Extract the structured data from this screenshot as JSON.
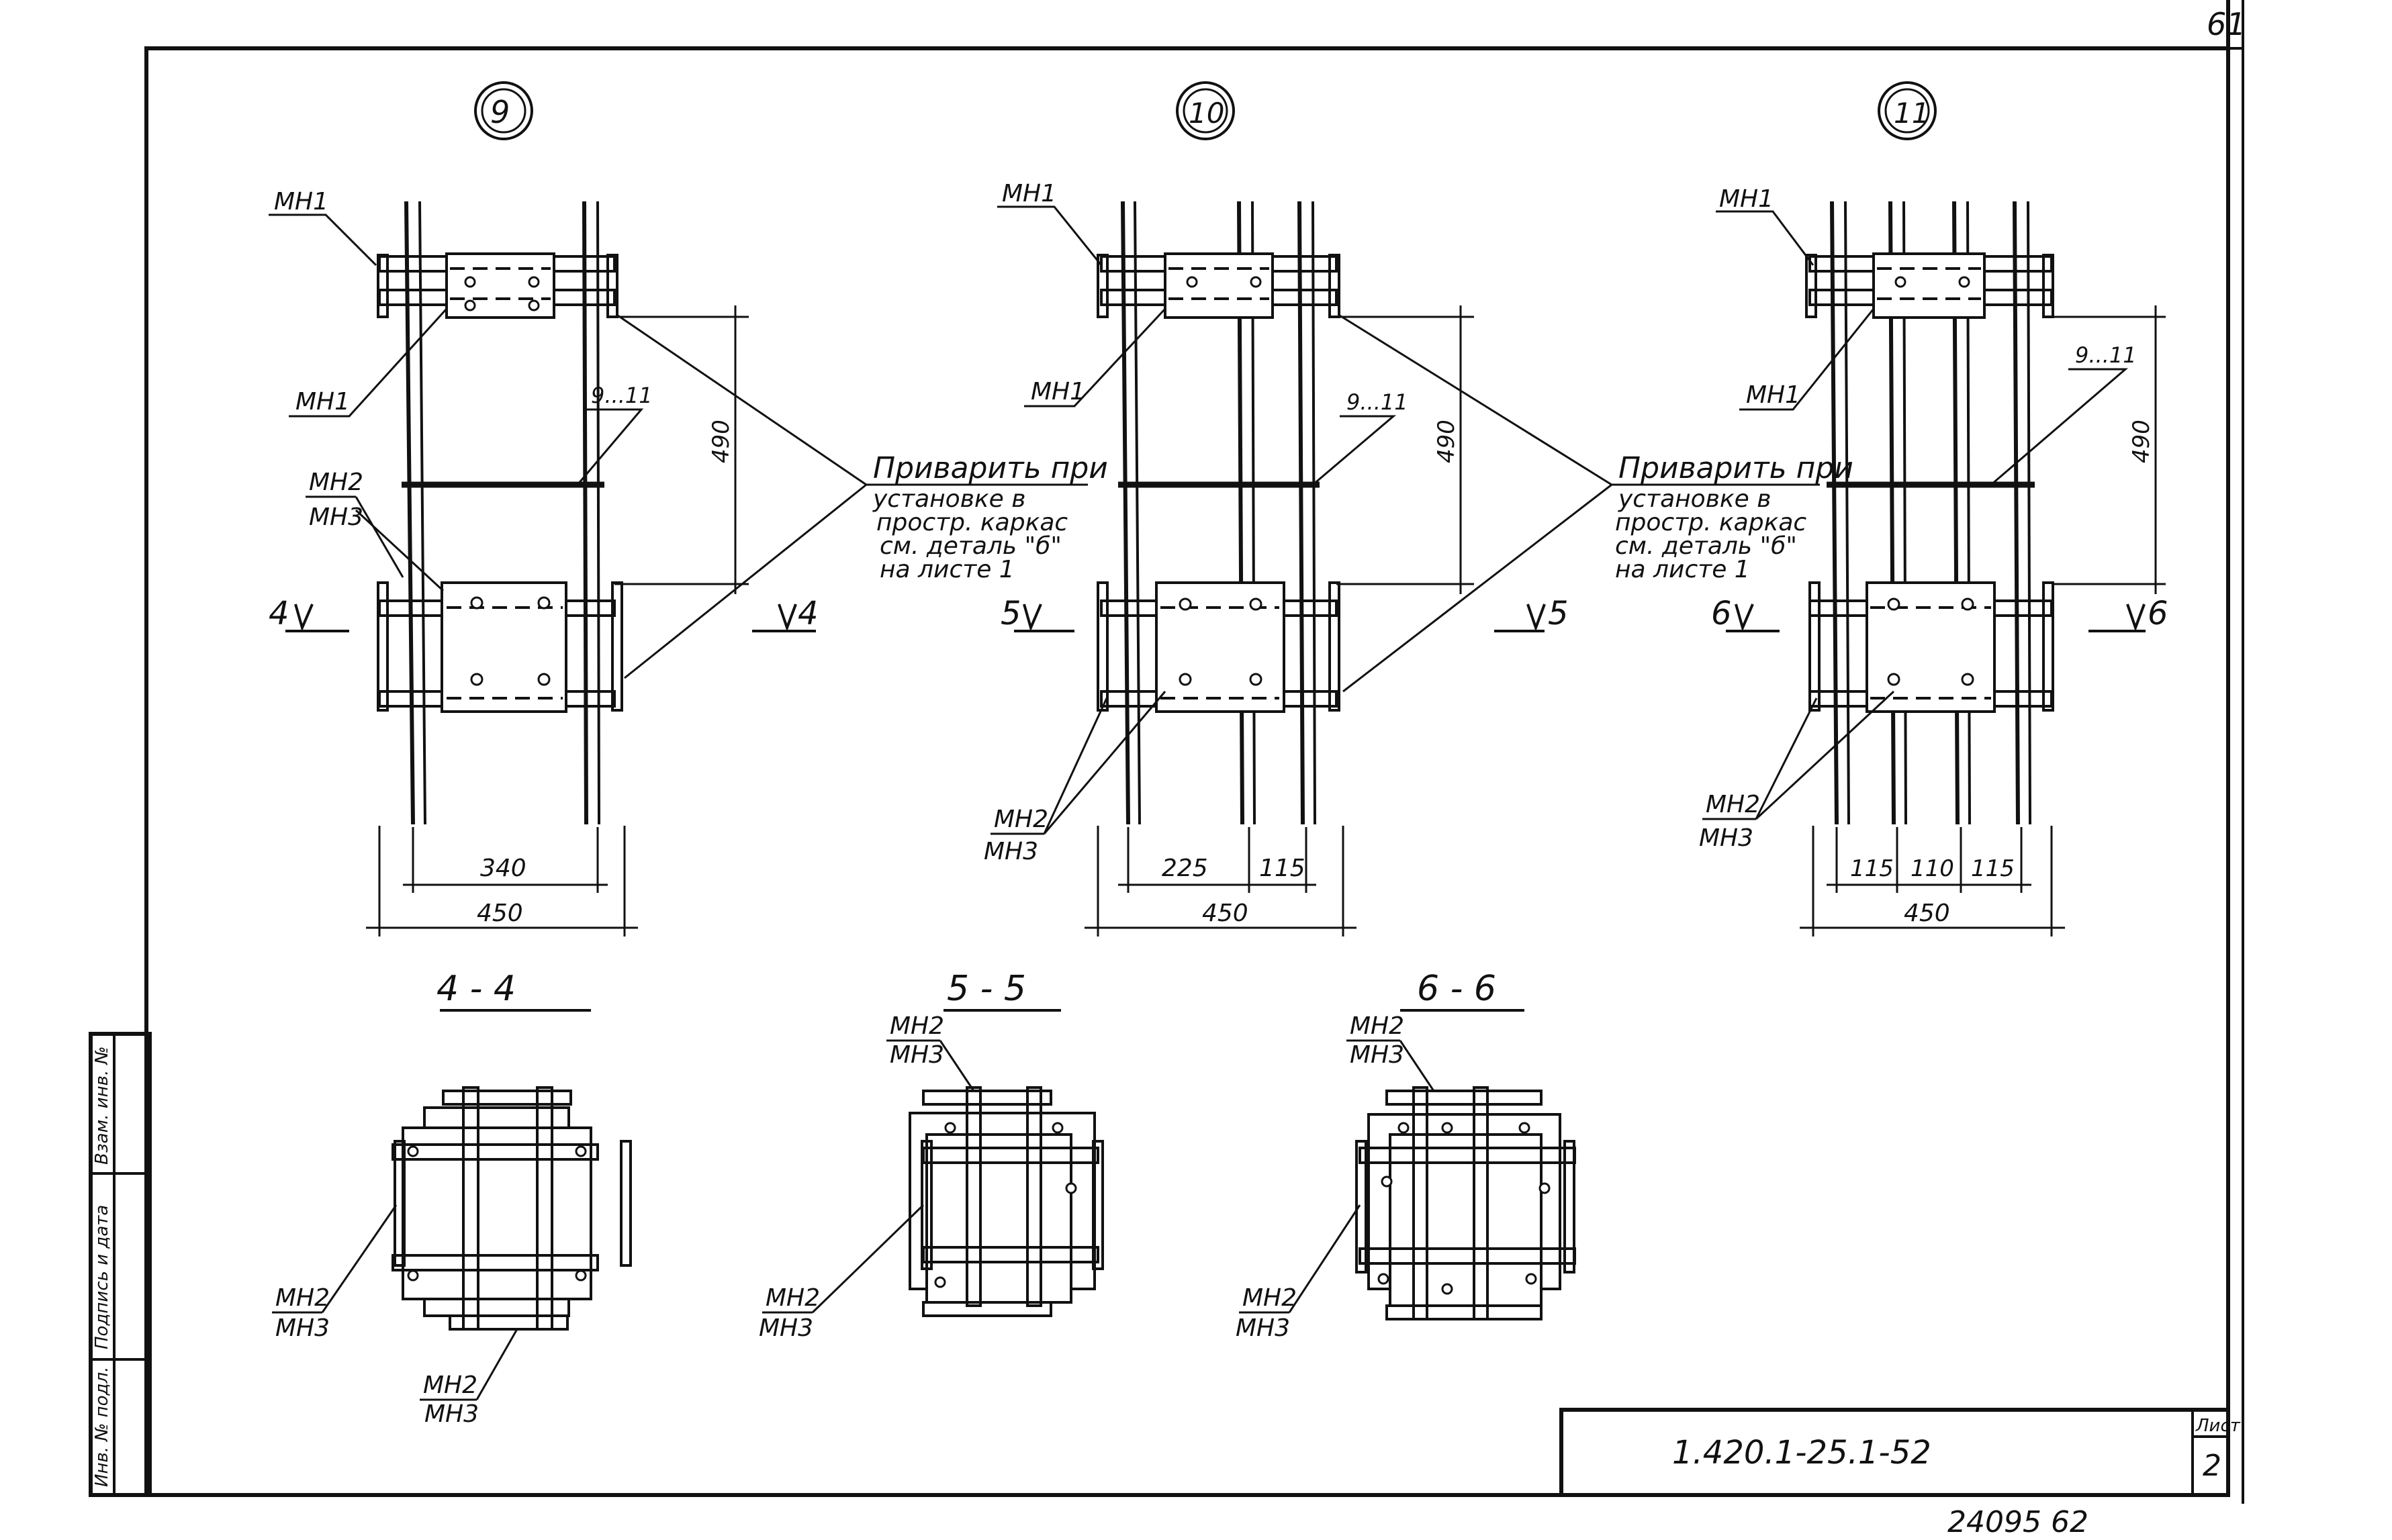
{
  "sheet": {
    "page_corner_number": "61",
    "document_code": "1.420.1-25.1-52",
    "sheet_label": "Лист",
    "sheet_number": "2",
    "bottom_note": "24095  62"
  },
  "side_stamp": {
    "field_1": "Инв. № подл.",
    "field_2": "Подпись и дата",
    "field_3": "Взам. инв. №"
  },
  "nodes": [
    {
      "id": "9",
      "labels": {
        "top_mh1": "МН1",
        "mid_mh1": "МН1",
        "rod": "9...11",
        "mh2": "МН2",
        "mh3": "МН3",
        "height": "490"
      },
      "section_marker": "4",
      "dims": {
        "inner": [
          "340"
        ],
        "overall": "450"
      }
    },
    {
      "id": "10",
      "labels": {
        "top_mh1": "МН1",
        "mid_mh1": "МН1",
        "rod": "9...11",
        "mh2": "МН2",
        "mh3": "МН3",
        "height": "490"
      },
      "section_marker": "5",
      "dims": {
        "inner": [
          "225",
          "115"
        ],
        "overall": "450"
      }
    },
    {
      "id": "11",
      "labels": {
        "top_mh1": "МН1",
        "mid_mh1": "МН1",
        "rod": "9...11",
        "mh2": "МН2",
        "mh3": "МН3",
        "height": "490"
      },
      "section_marker": "6",
      "dims": {
        "inner": [
          "115",
          "110",
          "115"
        ],
        "overall": "450"
      }
    }
  ],
  "weld_note": {
    "line_1": "Приварить при",
    "line_2": "установке в",
    "line_3": "простр. каркас",
    "line_4": "см. деталь \"б\"",
    "line_5": "на листе 1"
  },
  "sections": [
    {
      "title": "4 - 4",
      "label_left_1": "МН2",
      "label_left_2": "МН3",
      "label_bottom_1": "МН2",
      "label_bottom_2": "МН3"
    },
    {
      "title": "5 - 5",
      "label_top_1": "МН2",
      "label_top_2": "МН3",
      "label_left_1": "МН2",
      "label_left_2": "МН3"
    },
    {
      "title": "6 - 6",
      "label_top_1": "МН2",
      "label_top_2": "МН3",
      "label_left_1": "МН2",
      "label_left_2": "МН3"
    }
  ]
}
